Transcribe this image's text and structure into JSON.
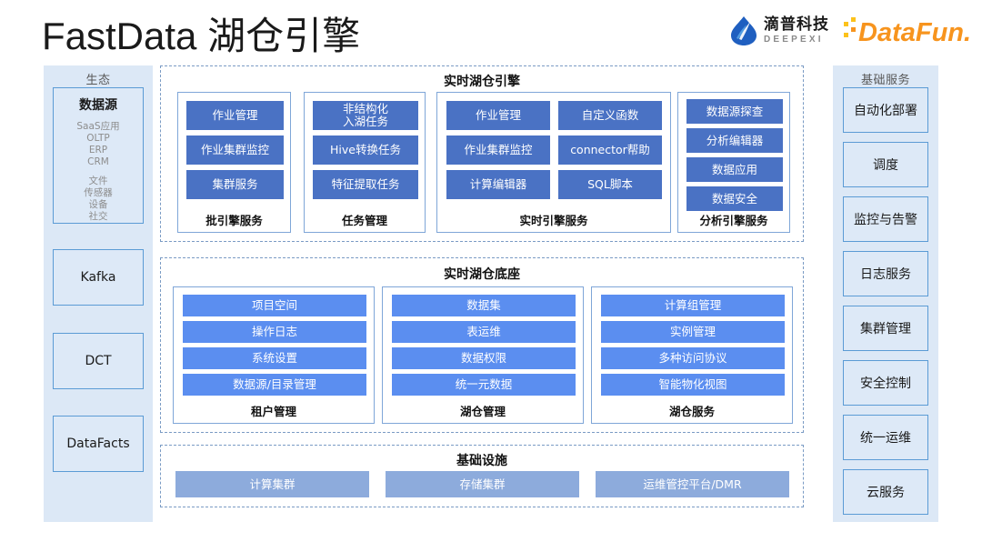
{
  "header": {
    "title_en": "FastData",
    "title_cn": "湖仓引擎",
    "logos": {
      "deepexi": {
        "cn": "滴普科技",
        "en": "DEEPEXI",
        "icon": "water-droplet-icon",
        "color": "#1f5fc0"
      },
      "datafun": {
        "text": "DataFun.",
        "color": "#f7941e"
      }
    }
  },
  "left_sidebar": {
    "heading": "生态",
    "datasource": {
      "title": "数据源",
      "group_a": [
        "SaaS应用",
        "OLTP",
        "ERP",
        "CRM"
      ],
      "group_b": [
        "文件",
        "传感器",
        "设备",
        "社交"
      ]
    },
    "items": [
      {
        "label": "Kafka"
      },
      {
        "label": "DCT"
      },
      {
        "label": "DataFacts"
      }
    ]
  },
  "right_sidebar": {
    "heading": "基础服务",
    "items": [
      {
        "label": "自动化部署"
      },
      {
        "label": "调度"
      },
      {
        "label": "监控与告警"
      },
      {
        "label": "日志服务"
      },
      {
        "label": "集群管理"
      },
      {
        "label": "安全控制"
      },
      {
        "label": "统一运维"
      },
      {
        "label": "云服务"
      }
    ]
  },
  "sections": [
    {
      "id": "engine",
      "title": "实时湖仓引擎",
      "panels": [
        {
          "footer": "批引擎服务",
          "columns": [
            [
              "作业管理",
              "作业集群监控",
              "集群服务"
            ]
          ]
        },
        {
          "footer": "任务管理",
          "columns": [
            [
              "非结构化\n入湖任务",
              "Hive转换任务",
              "特征提取任务"
            ]
          ]
        },
        {
          "footer": "实时引擎服务",
          "columns": [
            [
              "作业管理",
              "作业集群监控",
              "计算编辑器"
            ],
            [
              "自定义函数",
              "connector帮助",
              "SQL脚本"
            ]
          ]
        },
        {
          "footer": "分析引擎服务",
          "columns": [
            [
              "数据源探查",
              "分析编辑器",
              "数据应用",
              "数据安全"
            ]
          ]
        }
      ]
    },
    {
      "id": "base",
      "title": "实时湖仓底座",
      "panels": [
        {
          "footer": "租户管理",
          "columns": [
            [
              "项目空间",
              "操作日志",
              "系统设置",
              "数据源/目录管理"
            ]
          ]
        },
        {
          "footer": "湖仓管理",
          "columns": [
            [
              "数据集",
              "表运维",
              "数据权限",
              "统一元数据"
            ]
          ]
        },
        {
          "footer": "湖仓服务",
          "columns": [
            [
              "计算组管理",
              "实例管理",
              "多种访问协议",
              "智能物化视图"
            ]
          ]
        }
      ]
    },
    {
      "id": "infra",
      "title": "基础设施",
      "items": [
        "计算集群",
        "存储集群",
        "运维管控平台/DMR"
      ]
    }
  ],
  "colors": {
    "engine_chip": "#4a72c4",
    "base_chip": "#5b8ef0",
    "infra_chip": "#8dabdc",
    "sidebar_bg": "#dce8f6",
    "sidebar_border": "#5b9bd5",
    "dashed_border": "#7a9bc4",
    "panel_border": "#7fa6d8"
  }
}
